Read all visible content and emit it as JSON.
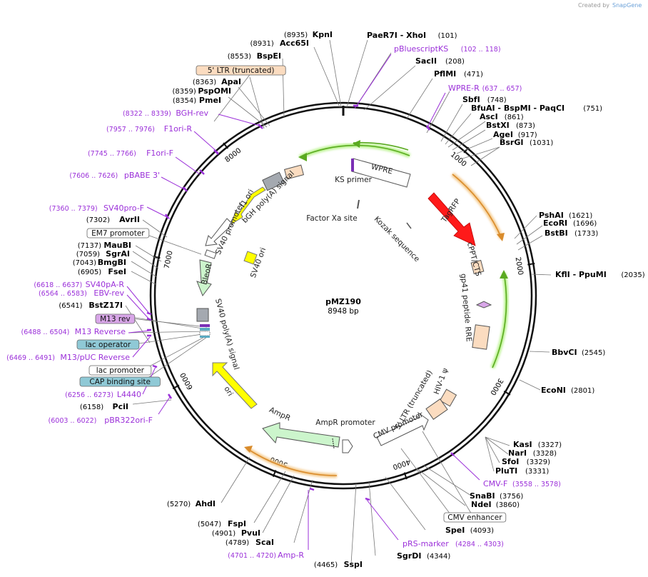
{
  "credit": {
    "prefix": "Created by",
    "brand": "SnapGene"
  },
  "plasmid": {
    "name": "pMZ190",
    "size": "8948 bp"
  },
  "ticks": [
    "1000",
    "2000",
    "3000",
    "4000",
    "5000",
    "6000",
    "7000",
    "8000"
  ],
  "enzymes": [
    {
      "site": "(8935)",
      "name": "KpnI"
    },
    {
      "site": "(8931)",
      "name": "Acc65I"
    },
    {
      "site": "(8553)",
      "name": "BspEI"
    },
    {
      "site": "(8363)",
      "name": "ApaI"
    },
    {
      "site": "(8359)",
      "name": "PspOMI"
    },
    {
      "site": "(8354)",
      "name": "PmeI"
    },
    {
      "site": "(7302)",
      "name": "AvrII"
    },
    {
      "site": "(7137)",
      "name": "MauBI"
    },
    {
      "site": "(7059)",
      "name": "SgrAI"
    },
    {
      "site": "(7043)",
      "name": "BmgBI"
    },
    {
      "site": "(6905)",
      "name": "FseI"
    },
    {
      "site": "(6541)",
      "name": "BstZ17I"
    },
    {
      "site": "(6158)",
      "name": "PciI"
    },
    {
      "site": "(5270)",
      "name": "AhdI"
    },
    {
      "site": "(5047)",
      "name": "FspI"
    },
    {
      "site": "(4901)",
      "name": "PvuI"
    },
    {
      "site": "(4789)",
      "name": "ScaI"
    },
    {
      "site": "(4465)",
      "name": "SspI"
    },
    {
      "site": "(4344)",
      "name": "SgrDI"
    },
    {
      "site": "(4093)",
      "name": "SpeI"
    },
    {
      "site": "(3860)",
      "name": "NdeI"
    },
    {
      "site": "(3756)",
      "name": "SnaBI"
    },
    {
      "site": "(3331)",
      "name": "PluTI"
    },
    {
      "site": "(3329)",
      "name": "SfoI"
    },
    {
      "site": "(3328)",
      "name": "NarI"
    },
    {
      "site": "(3327)",
      "name": "KasI"
    },
    {
      "site": "(2801)",
      "name": "EcoNI"
    },
    {
      "site": "(2545)",
      "name": "BbvCI"
    },
    {
      "site": "(2035)",
      "name": "KflI - PpuMI"
    },
    {
      "site": "(1733)",
      "name": "BstBI"
    },
    {
      "site": "(1696)",
      "name": "EcoRI"
    },
    {
      "site": "(1621)",
      "name": "PshAI"
    },
    {
      "site": "(1031)",
      "name": "BsrGI"
    },
    {
      "site": "(917)",
      "name": "AgeI"
    },
    {
      "site": "(873)",
      "name": "BstXI"
    },
    {
      "site": "(861)",
      "name": "AscI"
    },
    {
      "site": "(751)",
      "name": "BfuAI - BspMI - PaqCI"
    },
    {
      "site": "(748)",
      "name": "SbfI"
    },
    {
      "site": "(471)",
      "name": "PflMI"
    },
    {
      "site": "(208)",
      "name": "SacII"
    },
    {
      "site": "(101)",
      "name": "PaeR7I - XhoI"
    }
  ],
  "primers": [
    {
      "range": "(102 .. 118)",
      "name": "pBluescriptKS"
    },
    {
      "range": "(637 .. 657)",
      "name": "WPRE-R"
    },
    {
      "range": "(8322 .. 8339)",
      "name": "BGH-rev"
    },
    {
      "range": "(7957 .. 7976)",
      "name": "F1ori-R"
    },
    {
      "range": "(7745 .. 7766)",
      "name": "F1ori-F"
    },
    {
      "range": "(7606 .. 7626)",
      "name": "pBABE 3'"
    },
    {
      "range": "(7360 .. 7379)",
      "name": "SV40pro-F"
    },
    {
      "range": "(6618 .. 6637)",
      "name": "SV40pA-R"
    },
    {
      "range": "(6564 .. 6583)",
      "name": "EBV-rev"
    },
    {
      "range": "(6488 .. 6504)",
      "name": "M13 Reverse"
    },
    {
      "range": "(6469 .. 6491)",
      "name": "M13/pUC Reverse"
    },
    {
      "range": "(6256 .. 6273)",
      "name": "L4440"
    },
    {
      "range": "(6003 .. 6022)",
      "name": "pBR322ori-F"
    },
    {
      "range": "(4701 .. 4720)",
      "name": "Amp-R"
    },
    {
      "range": "(4284 .. 4303)",
      "name": "pRS-marker"
    },
    {
      "range": "(3558 .. 3578)",
      "name": "CMV-F"
    }
  ],
  "boxed_labels": [
    {
      "name": "5' LTR (truncated)",
      "fill": "#fbdcc0"
    },
    {
      "name": "EM7 promoter",
      "fill": "#ffffff"
    },
    {
      "name": "M13 rev",
      "fill": "#d8a6e8"
    },
    {
      "name": "lac operator",
      "fill": "#8fc9d6"
    },
    {
      "name": "lac promoter",
      "fill": "#ffffff"
    },
    {
      "name": "CAP binding site",
      "fill": "#8fc9d6"
    },
    {
      "name": "CMV enhancer",
      "fill": "#ffffff"
    }
  ],
  "features": [
    {
      "name": "WPRE"
    },
    {
      "name": "KS primer"
    },
    {
      "name": "TagRFP"
    },
    {
      "name": "cPPT/CTS"
    },
    {
      "name": "gp41 peptide"
    },
    {
      "name": "RRE"
    },
    {
      "name": "HIV-1 ψ"
    },
    {
      "name": "5' LTR (truncated)"
    },
    {
      "name": "CMV promoter"
    },
    {
      "name": "AmpR promoter"
    },
    {
      "name": "AmpR"
    },
    {
      "name": "ori"
    },
    {
      "name": "SV40 poly(A) signal"
    },
    {
      "name": "BleoR"
    },
    {
      "name": "SV40 promoter"
    },
    {
      "name": "SV40 ori"
    },
    {
      "name": "f1 ori"
    },
    {
      "name": "bGH poly(A) signal"
    },
    {
      "name": "Factor Xa site"
    },
    {
      "name": "Kozak sequence"
    }
  ],
  "colors": {
    "backbone": "#111111",
    "primer": "#9b30d9",
    "cds_red": "#ff1a1a",
    "ori_yellow": "#ffff00",
    "marker_green": "#ccf5cc",
    "ltr_peach": "#fbdcc0",
    "orf_green_line": "#7ac943",
    "orf_orange_line": "#d98b2b"
  }
}
